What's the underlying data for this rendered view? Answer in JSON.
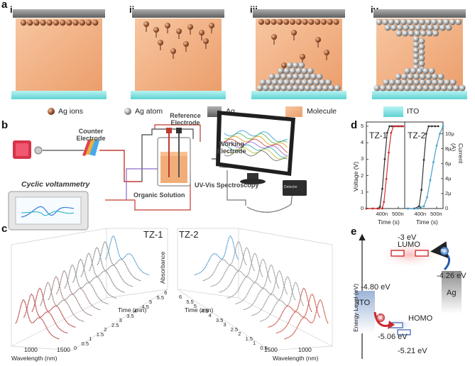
{
  "panel_a": {
    "label": "a",
    "steps": [
      "i",
      "ii",
      "iii",
      "iv"
    ],
    "legend": {
      "ag_ions": "Ag ions",
      "ag_atom": "Ag atom",
      "ag": "Ag",
      "molecule": "Molecule",
      "ito": "ITO"
    },
    "colors": {
      "molecule": "#f2b48a",
      "ito": "#7fe0e0",
      "electrode": "#7a7a7a"
    }
  },
  "panel_b": {
    "label": "b",
    "counter_electrode": "Counter Electrode",
    "reference_electrode": "Reference Electrode",
    "working_electrode": "Working Electrode",
    "cyclic_voltammetry": "Cyclic voltammetry",
    "organic_solution": "Organic Solution",
    "uvvis": "UV-Vis Spectroscopy",
    "detector": "Detector"
  },
  "panel_c": {
    "label": "c",
    "left_title": "TZ-1",
    "right_title": "TZ-2",
    "absorbance": "Absorbance",
    "time_label": "Time (min)",
    "wavelength_label": "Wavelength (nm)",
    "time_ticks": [
      "0",
      "0.5",
      "1",
      "1.5",
      "2",
      "2.5",
      "3",
      "3.5",
      "4",
      "4.5",
      "5",
      "5.5",
      "6"
    ],
    "time_ticks_right": [
      "6",
      "5.5",
      "5",
      "4.5",
      "4",
      "3.5",
      "3",
      "2.5",
      "2",
      "1.5",
      "1",
      "0.5"
    ],
    "wl_ticks_left": [
      "1000",
      "1500"
    ],
    "wl_ticks_right": [
      "1500",
      "1000"
    ]
  },
  "panel_d": {
    "label": "d",
    "left_title": "TZ-1",
    "right_title": "TZ-2",
    "ylabel_left": "Voltage (V)",
    "ylabel_right": "Current (A)",
    "xlabel": "Time (s)",
    "x_ticks": [
      "400n",
      "500n"
    ],
    "y_ticks_left": [
      "0",
      "1",
      "2",
      "3",
      "4",
      "5"
    ],
    "y_ticks_right": [
      "0",
      "2μ",
      "4μ",
      "6μ",
      "8μ",
      "10μ"
    ]
  },
  "panel_e": {
    "label": "e",
    "ylabel": "Energy Level (eV)",
    "lumo_value": "-3 eV",
    "lumo": "LUMO",
    "homo": "HOMO",
    "ito": "ITO",
    "ag": "Ag",
    "ito_level": "-4.80 eV",
    "ag_level": "-4.26 eV",
    "homo_1": "-5.06 eV",
    "homo_2": "-5.21 eV",
    "electron": "e⁻",
    "hole": "h⁺"
  },
  "chart_data": [
    {
      "type": "line",
      "title": "TZ-1",
      "xlabel": "Time (s)",
      "ylabel": "Voltage (V)",
      "x_ticks": [
        "400n",
        "500n"
      ],
      "ylim": [
        0,
        5
      ],
      "series": [
        {
          "x": [
            300,
            340,
            370,
            385,
            400,
            415,
            430,
            445,
            460,
            480,
            500,
            520
          ],
          "values": [
            0,
            0,
            0,
            0.1,
            1.2,
            3.0,
            4.6,
            5,
            5,
            5,
            5,
            5
          ]
        },
        {
          "x": [
            300,
            340,
            380,
            400,
            410,
            425,
            440,
            455,
            470,
            490,
            510,
            530
          ],
          "values": [
            0,
            0,
            0,
            0,
            0.4,
            1.8,
            3.4,
            4.6,
            5,
            5,
            5,
            5
          ]
        }
      ]
    },
    {
      "type": "line",
      "title": "TZ-2",
      "xlabel": "Time (s)",
      "ylabel": "Current (A)",
      "x_ticks": [
        "400n",
        "500n"
      ],
      "ylim": [
        0,
        11
      ],
      "series": [
        {
          "x": [
            320,
            360,
            390,
            405,
            420,
            435,
            450,
            470,
            490,
            510
          ],
          "values": [
            0,
            0,
            0.3,
            2.5,
            6.5,
            10,
            11,
            11,
            11,
            11
          ]
        },
        {
          "x": [
            320,
            380,
            420,
            440,
            460,
            480,
            500,
            520,
            540
          ],
          "values": [
            0,
            0,
            0.3,
            1.5,
            3.8,
            6.2,
            8.4,
            10,
            11
          ]
        }
      ]
    }
  ]
}
